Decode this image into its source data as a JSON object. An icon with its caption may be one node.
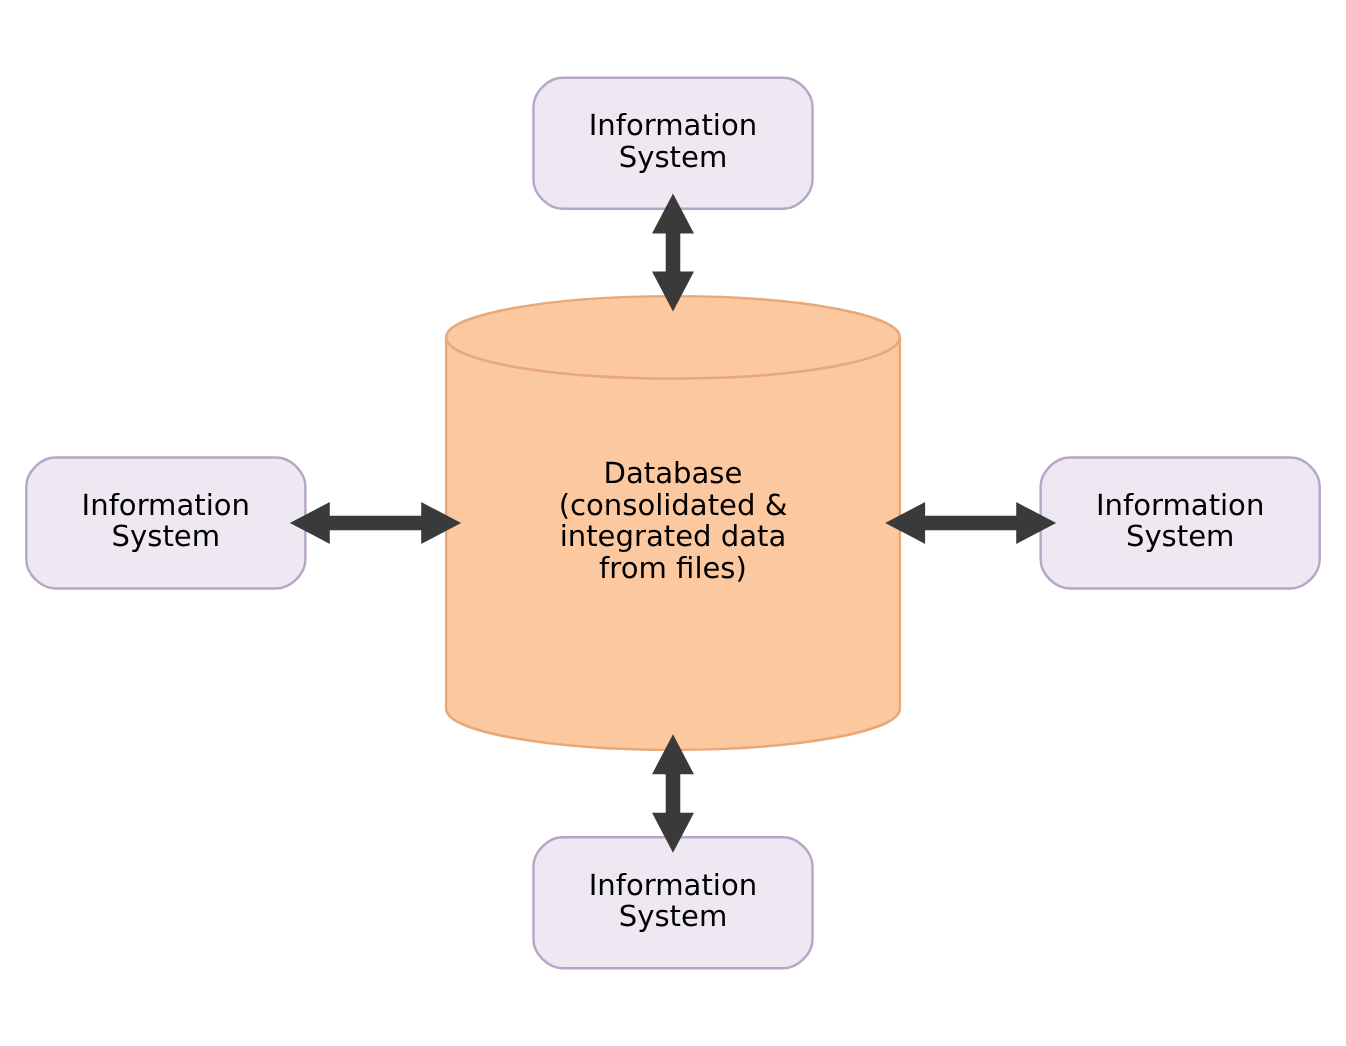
{
  "diagram": {
    "nodes": [
      {
        "text": [
          "Information System"
        ]
      },
      {
        "text": [
          "Information System"
        ]
      },
      {
        "text": [
          "Database (consolidated & integrated data from files)"
        ]
      },
      {
        "text": [
          "Information System"
        ]
      },
      {
        "text": [
          "Information System"
        ]
      }
    ],
    "edges": [
      {
        "from": 0,
        "to": 2,
        "arrow": "both"
      },
      {
        "from": 1,
        "to": 2,
        "arrow": "both"
      },
      {
        "from": 2,
        "to": 3,
        "arrow": "both"
      },
      {
        "from": 2,
        "to": 4,
        "arrow": "both"
      }
    ]
  }
}
